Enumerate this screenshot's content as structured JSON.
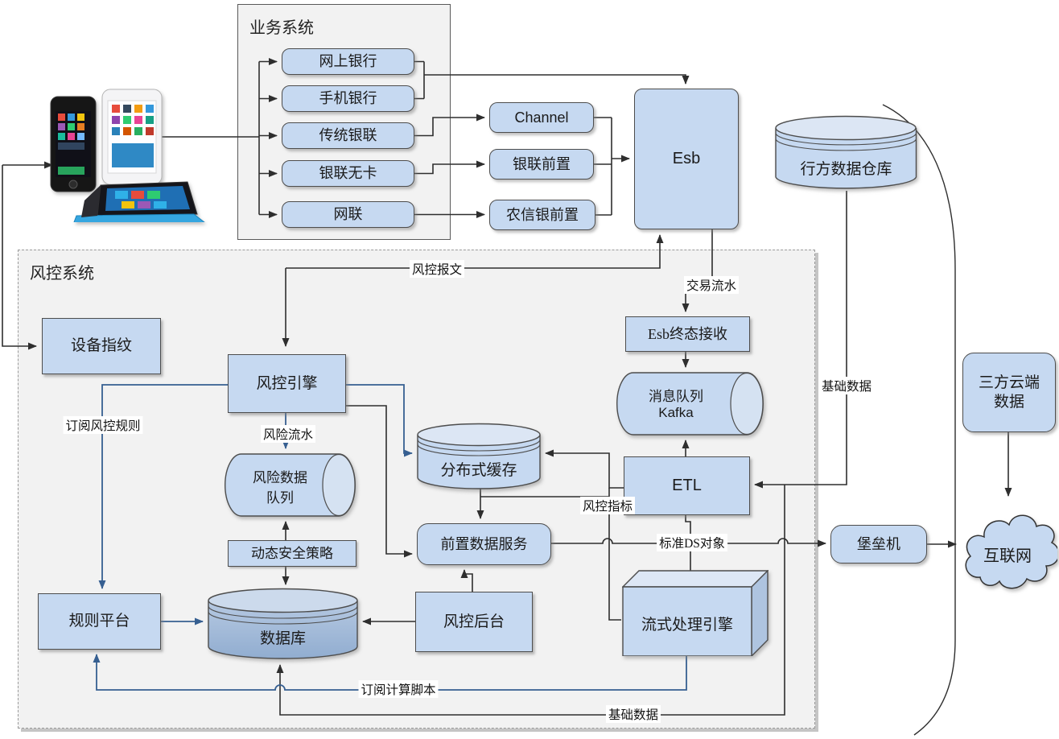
{
  "containers": {
    "business_system": "业务系统",
    "risk_system": "风控系统"
  },
  "nodes": {
    "online_banking": "网上银行",
    "mobile_banking": "手机银行",
    "traditional_unionpay": "传统银联",
    "unionpay_cardless": "银联无卡",
    "netsunion": "网联",
    "channel": "Channel",
    "unionpay_front": "银联前置",
    "rural_credit_front": "农信银前置",
    "esb": "Esb",
    "bank_data_warehouse": "行方数据仓库",
    "device_fingerprint": "设备指纹",
    "risk_engine": "风控引擎",
    "esb_final_receive": "Esb终态接收",
    "message_queue_line1": "消息队列",
    "message_queue_line2": "Kafka",
    "distributed_cache": "分布式缓存",
    "risk_data_queue": "风险数据\n队列",
    "etl": "ETL",
    "front_data_service": "前置数据服务",
    "dynamic_security_policy": "动态安全策略",
    "rule_platform": "规则平台",
    "database": "数据库",
    "risk_backend": "风控后台",
    "stream_engine": "流式处理引擎",
    "bastion": "堡垒机",
    "third_party_cloud": "三方云端\n数据",
    "internet": "互联网"
  },
  "edge_labels": {
    "risk_message": "风控报文",
    "transaction_flow": "交易流水",
    "base_data_right": "基础数据",
    "subscribe_risk_rules": "订阅风控规则",
    "risk_flow": "风险流水",
    "risk_indicators": "风控指标",
    "standard_ds_object": "标准DS对象",
    "subscribe_calc_script": "订阅计算脚本",
    "base_data_bottom": "基础数据"
  },
  "colors": {
    "node_fill": "#c6d9f1",
    "node_border": "#4d4d4d",
    "container_fill": "#f2f2f2",
    "blue_connector": "#365f91",
    "black_connector": "#2e2e2e",
    "db_body": "#9db7d5",
    "surface_keyboard": "#35a6e0"
  }
}
